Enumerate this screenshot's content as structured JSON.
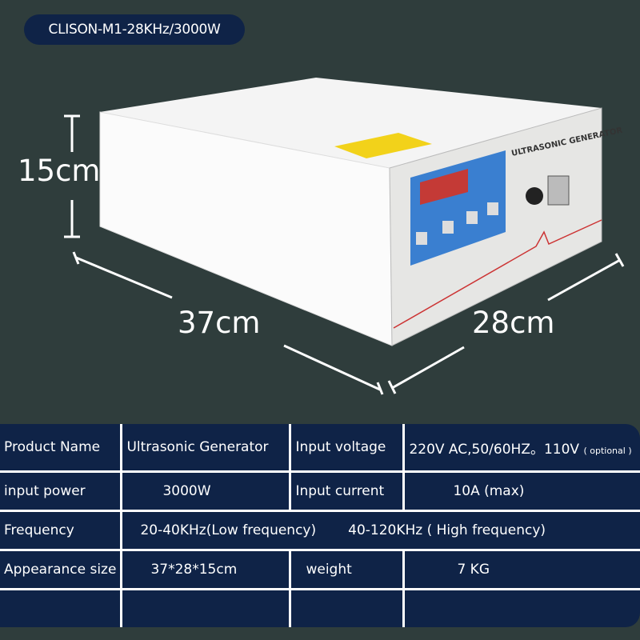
{
  "title": "CLISON-M1-28KHz/3000W",
  "product_label": "ULTRASONIC GENERATOR",
  "dimensions": {
    "height": "15cm",
    "length": "37cm",
    "width": "28cm"
  },
  "colors": {
    "background": "#2f3d3c",
    "table_bg": "#0f2347",
    "panel_blue": "#3a7fd0",
    "label_yellow": "#f2d21a"
  },
  "specs": {
    "rows": [
      {
        "c1": "Product Name",
        "c2": "Ultrasonic Generator",
        "c3": "Input voltage",
        "c4": "220V AC,50/60HZ。110V",
        "c4_note": "( optional )"
      },
      {
        "c1": "input power",
        "c2": "3000W",
        "c3": "Input current",
        "c4": "10A (max)"
      },
      {
        "c1": "Frequency",
        "c2": "20-40KHz(Low frequency)",
        "c3": "40-120KHz ( High frequency)"
      },
      {
        "c1": "Appearance size",
        "c2": "37*28*15cm",
        "c3": "weight",
        "c4": "7 KG"
      }
    ]
  }
}
